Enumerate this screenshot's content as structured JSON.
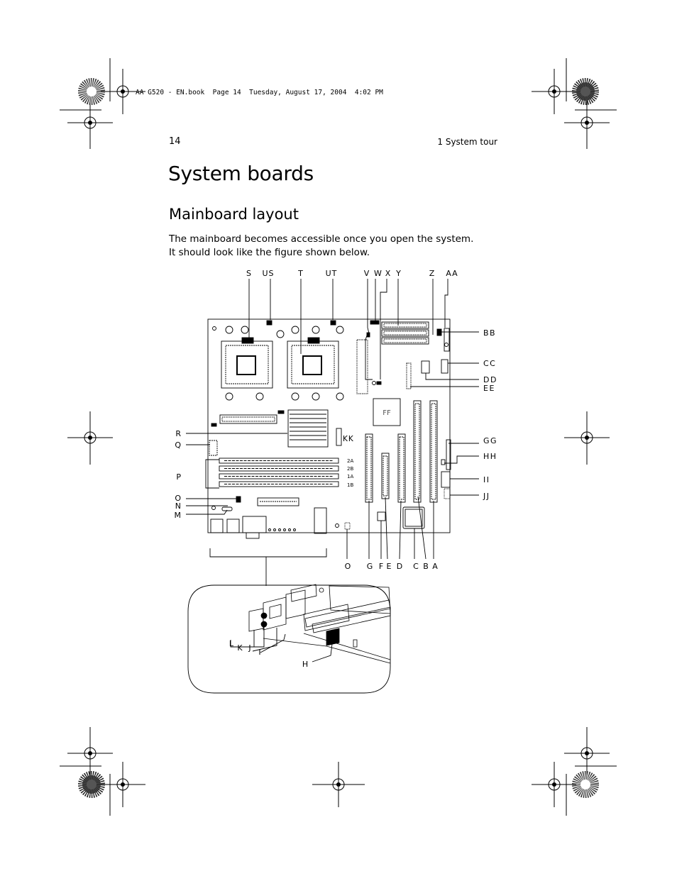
{
  "slug_line": "AA G520 - EN.book  Page 14  Tuesday, August 17, 2004  4:02 PM",
  "header": {
    "page_number": "14",
    "running_head": "1 System tour"
  },
  "title": "System boards",
  "section_title": "Mainboard layout",
  "intro_text": "The mainboard becomes accessible once you open the system.  It should look like the figure shown below.",
  "figure": {
    "top_labels": [
      "S",
      "US",
      "T",
      "UT",
      "V",
      "W",
      "X",
      "Y",
      "Z",
      "AA"
    ],
    "right_labels": [
      "BB",
      "CC",
      "DD",
      "EE",
      "GG",
      "HH",
      "II",
      "JJ"
    ],
    "left_labels": [
      "R",
      "Q",
      "P",
      "O",
      "N",
      "M"
    ],
    "bottom_labels": [
      "O",
      "G",
      "F",
      "E",
      "D",
      "C",
      "B",
      "A"
    ],
    "inline_labels": [
      "FF",
      "KK"
    ],
    "dimm_labels": [
      "2A",
      "2B",
      "1A",
      "1B"
    ],
    "inset_labels": [
      "L",
      "K",
      "J",
      "I",
      "H"
    ]
  }
}
